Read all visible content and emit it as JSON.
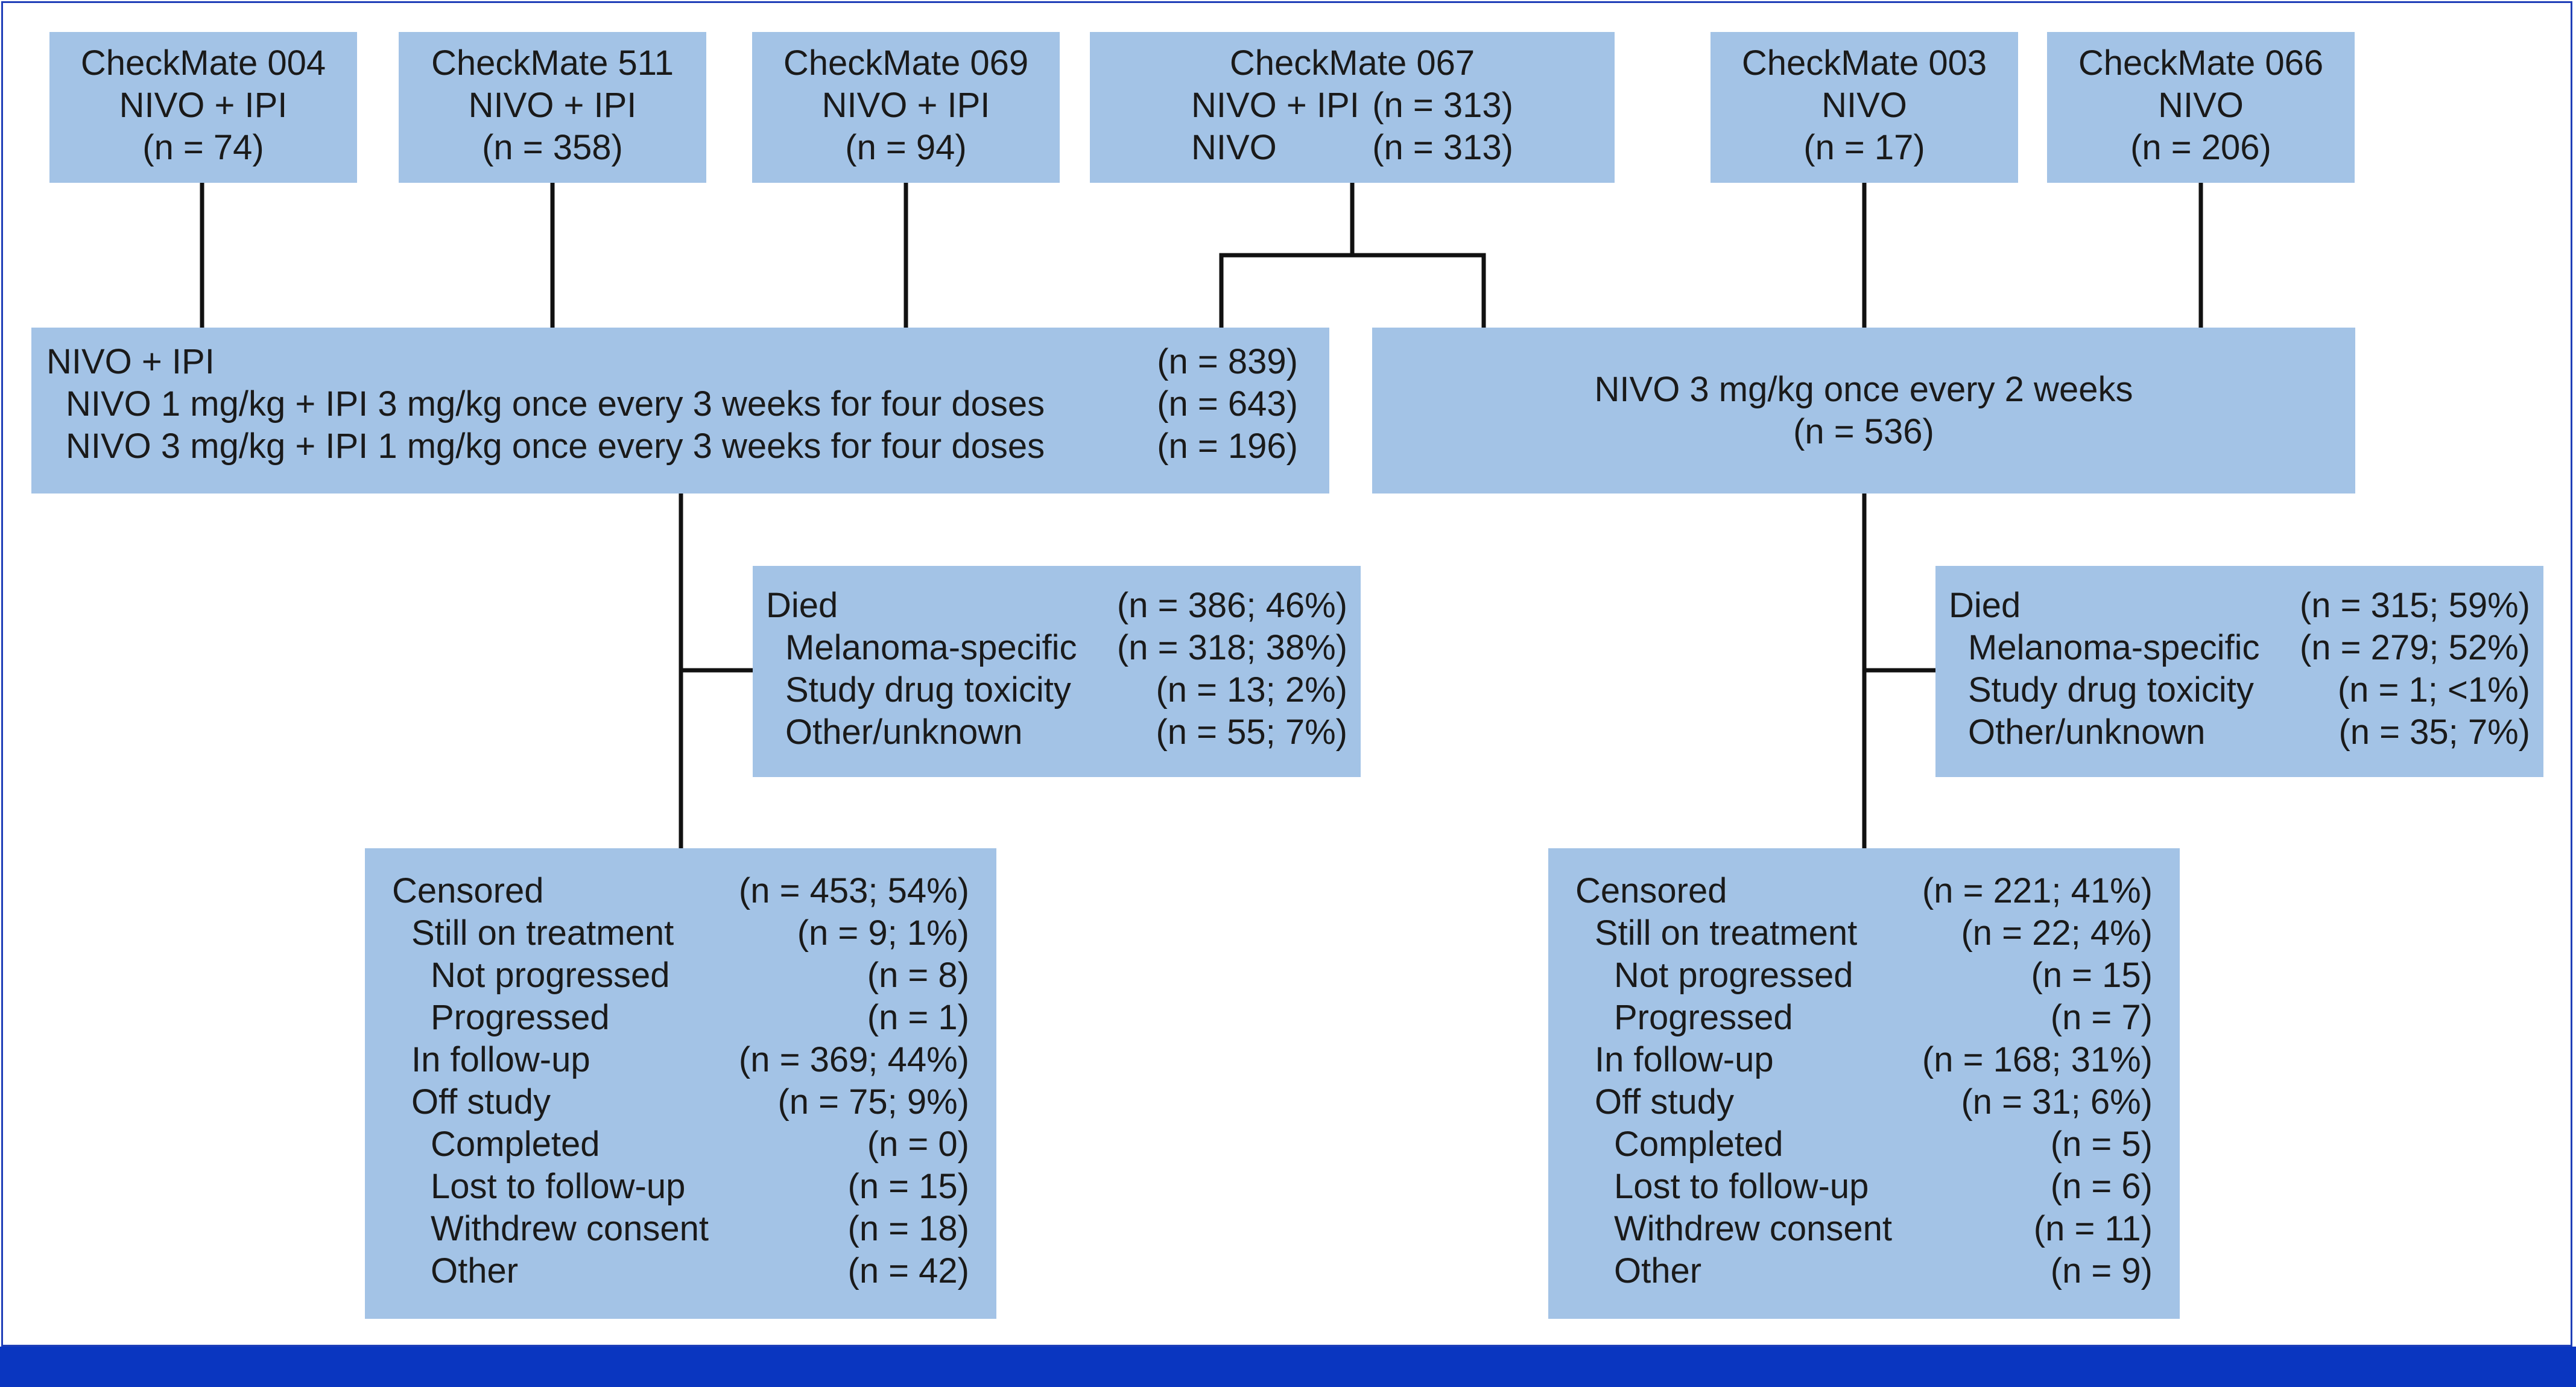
{
  "colors": {
    "box_fill": "#a3c3e6",
    "line": "#111111",
    "frame": "#1f3fb8",
    "bottom_bar": "#0a36c0"
  },
  "studies": [
    {
      "name": "CheckMate 004",
      "line2": "NIVO + IPI",
      "line3": "(n = 74)"
    },
    {
      "name": "CheckMate 511",
      "line2": "NIVO + IPI",
      "line3": "(n = 358)"
    },
    {
      "name": "CheckMate 069",
      "line2": "NIVO + IPI",
      "line3": "(n = 94)"
    },
    {
      "name": "CheckMate 067",
      "arms": [
        {
          "label": "NIVO + IPI",
          "n": "(n = 313)"
        },
        {
          "label": "NIVO",
          "n": "(n = 313)"
        }
      ]
    },
    {
      "name": "CheckMate 003",
      "line2": "NIVO",
      "line3": "(n = 17)"
    },
    {
      "name": "CheckMate 066",
      "line2": "NIVO",
      "line3": "(n = 206)"
    }
  ],
  "combo": {
    "rows": [
      {
        "label": "NIVO + IPI",
        "n": "(n = 839)"
      },
      {
        "label": "NIVO 1 mg/kg + IPI 3 mg/kg once every 3 weeks for four doses",
        "n": "(n = 643)"
      },
      {
        "label": "NIVO 3 mg/kg + IPI 1 mg/kg once every 3 weeks for four doses",
        "n": "(n = 196)"
      }
    ]
  },
  "mono": {
    "title": "NIVO 3 mg/kg once every 2 weeks",
    "n": "(n = 536)"
  },
  "died_left": [
    {
      "label": "Died",
      "n": "(n = 386; 46%)"
    },
    {
      "label": "Melanoma-specific",
      "n": "(n = 318; 38%)"
    },
    {
      "label": "Study drug toxicity",
      "n": "(n = 13; 2%)"
    },
    {
      "label": "Other/unknown",
      "n": "(n = 55; 7%)"
    }
  ],
  "died_right": [
    {
      "label": "Died",
      "n": "(n = 315; 59%)"
    },
    {
      "label": "Melanoma-specific",
      "n": "(n = 279; 52%)"
    },
    {
      "label": "Study drug toxicity",
      "n": "(n = 1; <1%)"
    },
    {
      "label": "Other/unknown",
      "n": "(n = 35; 7%)"
    }
  ],
  "censored_left": [
    {
      "label": "Censored",
      "n": "(n = 453; 54%)"
    },
    {
      "label": "Still on treatment",
      "n": "(n = 9; 1%)"
    },
    {
      "label": "Not progressed",
      "n": "(n = 8)"
    },
    {
      "label": "Progressed",
      "n": "(n = 1)"
    },
    {
      "label": "In follow-up",
      "n": "(n = 369; 44%)"
    },
    {
      "label": "Off study",
      "n": "(n = 75; 9%)"
    },
    {
      "label": "Completed",
      "n": "(n = 0)"
    },
    {
      "label": "Lost to follow-up",
      "n": "(n = 15)"
    },
    {
      "label": "Withdrew consent",
      "n": "(n = 18)"
    },
    {
      "label": "Other",
      "n": "(n = 42)"
    }
  ],
  "censored_right": [
    {
      "label": "Censored",
      "n": "(n = 221; 41%)"
    },
    {
      "label": "Still on treatment",
      "n": "(n = 22; 4%)"
    },
    {
      "label": "Not progressed",
      "n": "(n = 15)"
    },
    {
      "label": "Progressed",
      "n": "(n = 7)"
    },
    {
      "label": "In follow-up",
      "n": "(n = 168; 31%)"
    },
    {
      "label": "Off study",
      "n": "(n = 31; 6%)"
    },
    {
      "label": "Completed",
      "n": "(n = 5)"
    },
    {
      "label": "Lost to follow-up",
      "n": "(n = 6)"
    },
    {
      "label": "Withdrew consent",
      "n": "(n = 11)"
    },
    {
      "label": "Other",
      "n": "(n = 9)"
    }
  ]
}
